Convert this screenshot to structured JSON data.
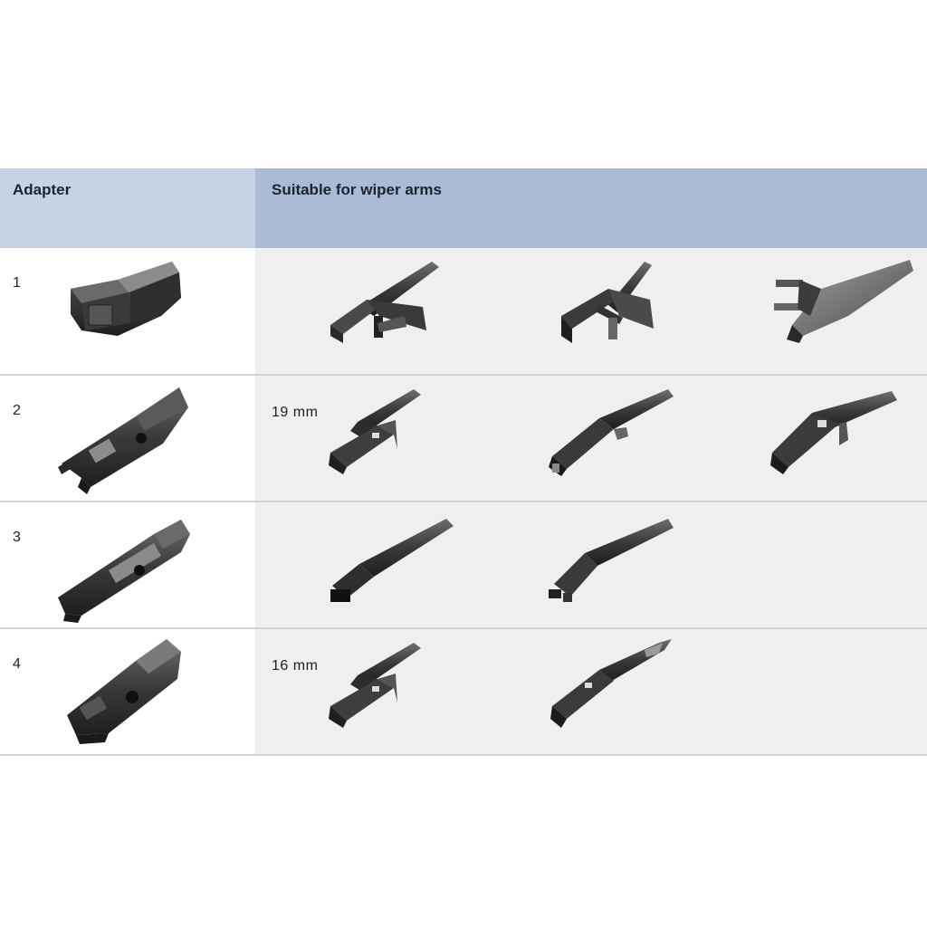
{
  "table": {
    "header": {
      "adapter": "Adapter",
      "arms": "Suitable for wiper arms"
    },
    "rows": [
      {
        "number": "1",
        "size": "",
        "adapter_icon": "adapter-1-icon",
        "arm_icons": [
          "hook-arm-icon",
          "side-pin-arm-icon",
          "top-lock-arm-icon"
        ]
      },
      {
        "number": "2",
        "size": "19 mm",
        "adapter_icon": "adapter-2-icon",
        "arm_icons": [
          "hook-arm-19mm-icon",
          "narrow-hook-arm-icon",
          "window-hook-arm-icon"
        ]
      },
      {
        "number": "3",
        "size": "",
        "adapter_icon": "adapter-3-icon",
        "arm_icons": [
          "flat-bayonet-arm-icon",
          "pinch-tab-arm-icon"
        ]
      },
      {
        "number": "4",
        "size": "16 mm",
        "adapter_icon": "adapter-4-icon",
        "arm_icons": [
          "hook-arm-16mm-icon",
          "hook-arm-tapered-icon"
        ]
      }
    ]
  },
  "colors": {
    "header_left": "#c5d3e5",
    "header_right": "#a9bbd5",
    "row_right_bg": "#efefef",
    "divider": "#d2d6da",
    "part_dark": "#2b2b2b",
    "part_mid": "#555555",
    "part_light": "#8a8a8a"
  }
}
